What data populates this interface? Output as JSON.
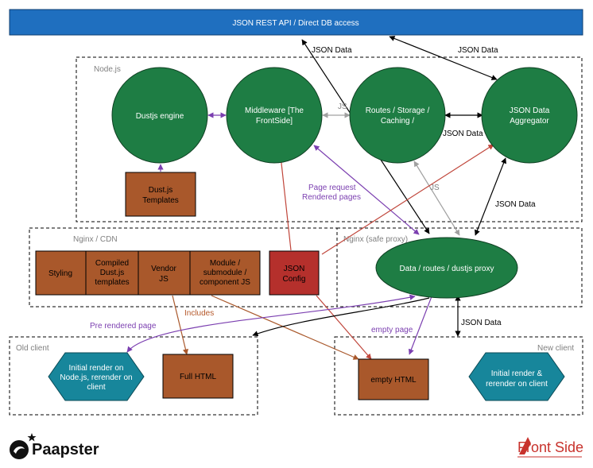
{
  "colors": {
    "api_bar": "#1f6fbf",
    "circle": "#1e7d44",
    "box": "#a9582b",
    "config_box": "#b5302c",
    "hexagon": "#17869b",
    "purple": "#7b3fb0",
    "gray": "#a0a0a0",
    "red": "#c0463b",
    "brown": "#a9582b",
    "black": "#000000"
  },
  "api_bar": {
    "label": "JSON REST API / Direct DB access"
  },
  "groups": {
    "nodejs": "Node.js",
    "nginx_cdn": "Nginx / CDN",
    "nginx_proxy": "Nginx (safe proxy)",
    "old_client": "Old client",
    "new_client": "New client"
  },
  "nodes": {
    "dustjs_engine": [
      "Dustjs engine"
    ],
    "middleware": [
      "Middleware [The",
      "FrontSide]"
    ],
    "routes": [
      "Routes / Storage /",
      "Caching /"
    ],
    "aggregator": [
      "JSON Data",
      "Aggregator"
    ],
    "proxy": [
      "Data / routes / dustjs  proxy"
    ],
    "dustjs_templates": [
      "Dust.js",
      "Templates"
    ],
    "styling": [
      "Styling"
    ],
    "compiled": [
      "Compiled",
      "Dust.js",
      "templates"
    ],
    "vendor": [
      "Vendor",
      "JS"
    ],
    "module": [
      "Module /",
      "submodule /",
      "component JS"
    ],
    "json_config": [
      "JSON",
      "Config"
    ],
    "full_html": [
      "Full HTML"
    ],
    "empty_html": [
      "empty HTML"
    ],
    "old_render": [
      "Initial render on",
      "Node.js, rerender on",
      "client"
    ],
    "new_render": [
      "Initial render &",
      "rerender on client"
    ]
  },
  "edge_labels": {
    "json_data_top_left": "JSON Data",
    "json_data_top_right": "JSON Data",
    "js_mid": "JS",
    "json_data_mid": "JSON Data",
    "js_routes": "JS",
    "page_request": "Page request",
    "rendered_pages": "Rendered pages",
    "json_data_aggregator": "JSON Data",
    "json_data_client": "JSON Data",
    "pre_rendered": "Pre rendered page",
    "includes": "Includes",
    "empty_page": "empty page"
  },
  "logos": {
    "paapster": "Paapster",
    "frontside": "Front Side"
  }
}
